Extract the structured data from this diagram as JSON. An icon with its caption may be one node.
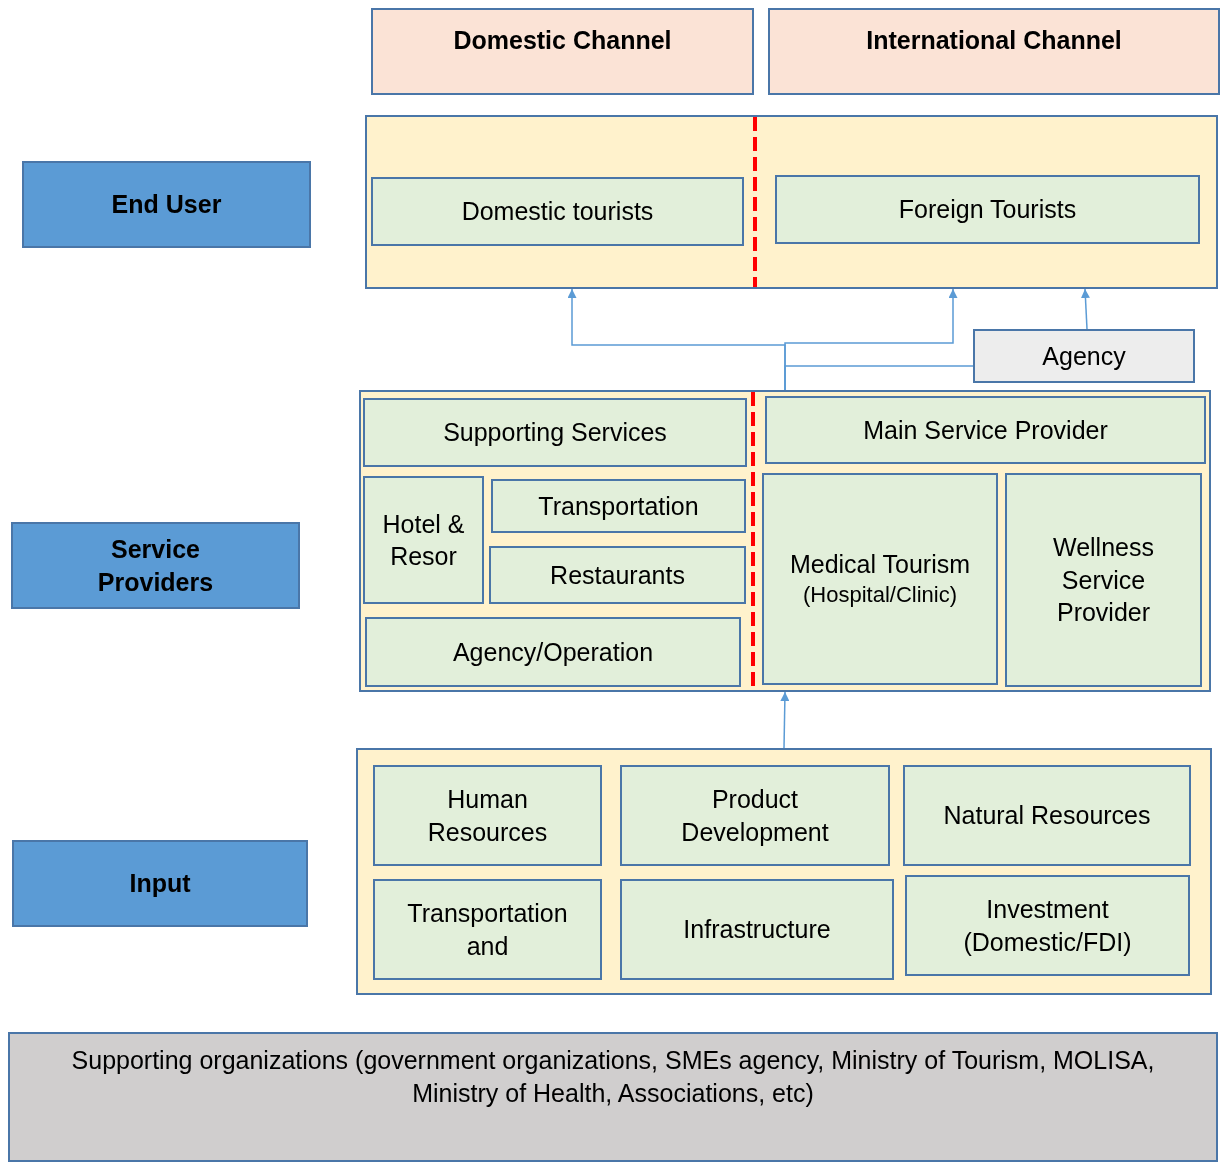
{
  "diagram": {
    "nodes": [
      {
        "text": [
          "Domestic Channel"
        ]
      },
      {
        "text": [
          "International Channel"
        ]
      },
      {
        "text": [
          "End User"
        ]
      },
      {
        "text": [],
        "shape": "box"
      },
      {
        "text": [
          "Domestic tourists"
        ],
        "in": 3
      },
      {
        "text": [
          "Foreign Tourists"
        ],
        "in": 3
      },
      {
        "text": [
          "Agency"
        ]
      },
      {
        "text": [
          "Service Providers"
        ]
      },
      {
        "text": [],
        "shape": "box"
      },
      {
        "text": [
          "Supporting Services"
        ],
        "in": 8
      },
      {
        "text": [
          "Hotel & Resor"
        ],
        "in": 8
      },
      {
        "text": [
          "Transportation"
        ],
        "in": 8
      },
      {
        "text": [
          "Restaurants"
        ],
        "in": 8
      },
      {
        "text": [
          "Agency/Operation"
        ],
        "in": 8
      },
      {
        "text": [
          "Main Service Provider"
        ],
        "in": 8
      },
      {
        "text": [
          "Medical Tourism",
          "(Hospital/Clinic)"
        ],
        "in": 8
      },
      {
        "text": [
          "Wellness Service Provider"
        ],
        "in": 8
      },
      {
        "text": [
          "Input"
        ]
      },
      {
        "text": [],
        "shape": "box"
      },
      {
        "text": [
          "Human Resources"
        ],
        "in": 18
      },
      {
        "text": [
          "Product Development"
        ],
        "in": 18
      },
      {
        "text": [
          "Natural Resources"
        ],
        "in": 18
      },
      {
        "text": [
          "Transportation and"
        ],
        "in": 18
      },
      {
        "text": [
          "Infrastructure"
        ],
        "in": 18
      },
      {
        "text": [
          "Investment (Domestic/FDI)"
        ],
        "in": 18
      },
      {
        "text": [
          "Supporting organizations (government organizations, SMEs agency, Ministry of Tourism, MOLISA, Ministry of Health, Associations, etc)"
        ]
      }
    ],
    "edges": [
      {
        "from": 8,
        "to": 3,
        "arrow": "to"
      },
      {
        "from": 8,
        "to": 3,
        "arrow": "to"
      },
      {
        "from": 6,
        "to": 3,
        "arrow": "to"
      },
      {
        "from": 6,
        "to": 8,
        "arrow": "none"
      },
      {
        "from": 18,
        "to": 8,
        "arrow": "to"
      }
    ]
  }
}
